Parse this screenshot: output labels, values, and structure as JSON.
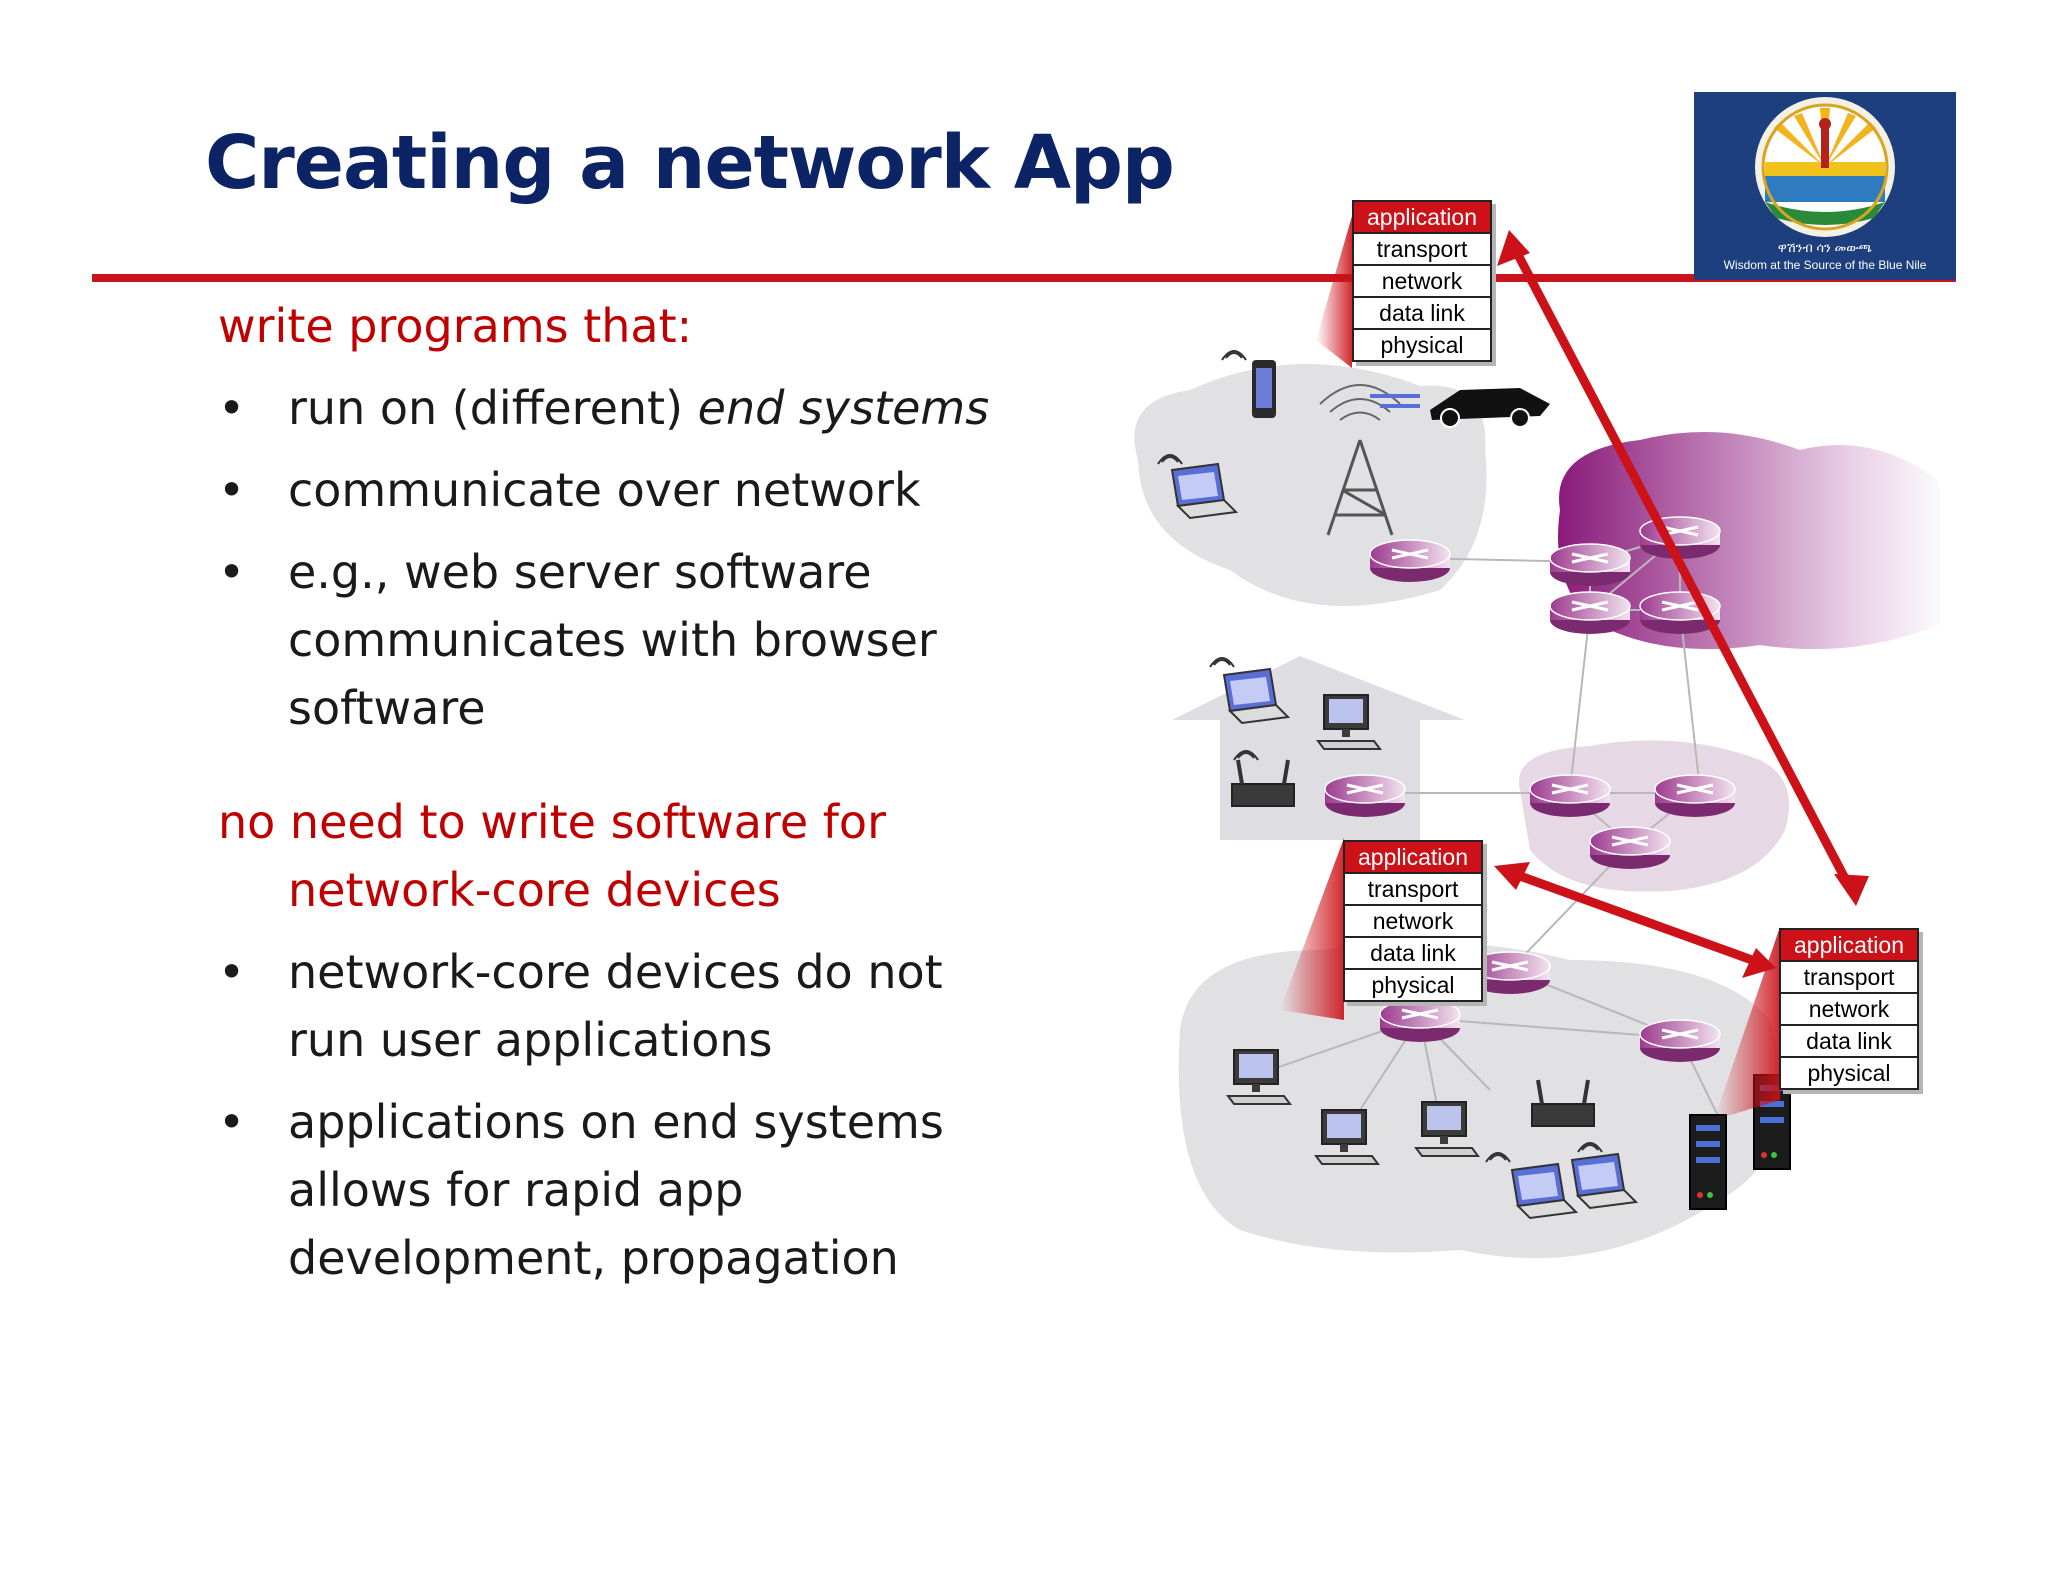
{
  "slide": {
    "title": "Creating a network App",
    "logo": {
      "script_text": "ዋሽንብ ሳን መውጫ",
      "tagline": "Wisdom at the Source of the Blue Nile"
    },
    "sections": [
      {
        "heading": "write programs that:",
        "bullets": [
          {
            "text_before": "run on (different) ",
            "text_em": "end systems"
          },
          {
            "text_before": "communicate over network",
            "text_em": ""
          },
          {
            "text_before": "e.g., web server software communicates with browser software",
            "text_em": ""
          }
        ]
      },
      {
        "heading": "no need to write software for network-core devices",
        "bullets": [
          {
            "text_before": "network-core devices do not run user applications",
            "text_em": ""
          },
          {
            "text_before": "applications on end systems allows for rapid app development, propagation",
            "text_em": ""
          }
        ]
      }
    ]
  },
  "diagram": {
    "stack_layers": [
      "application",
      "transport",
      "network",
      "data link",
      "physical"
    ],
    "colors": {
      "title": "#0c2466",
      "accent_red": "#c8141c",
      "heading_red": "#c00000",
      "isp_purple": "#8a1a7a",
      "network_gray": "#e0e0e4"
    },
    "icons": [
      "router-icon",
      "laptop-icon",
      "desktop-icon",
      "server-icon",
      "cell-tower-icon",
      "smartphone-icon",
      "car-icon",
      "wifi-router-icon",
      "house-icon"
    ]
  }
}
